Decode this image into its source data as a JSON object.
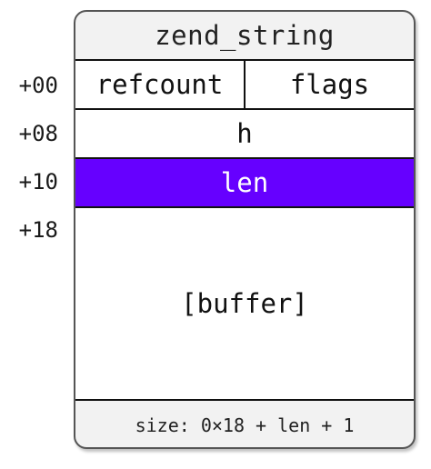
{
  "offsets": [
    "+00",
    "+08",
    "+10",
    "+18"
  ],
  "struct": {
    "title": "zend_string",
    "fields": {
      "refcount": "refcount",
      "flags": "flags",
      "h": "h",
      "len": "len",
      "buffer": "[buffer]"
    },
    "size_note": "size: 0×18 + len + 1"
  },
  "colors": {
    "highlight": "#6600ff",
    "border": "#111111",
    "frame": "#555555",
    "header_bg": "#f2f2f2"
  }
}
